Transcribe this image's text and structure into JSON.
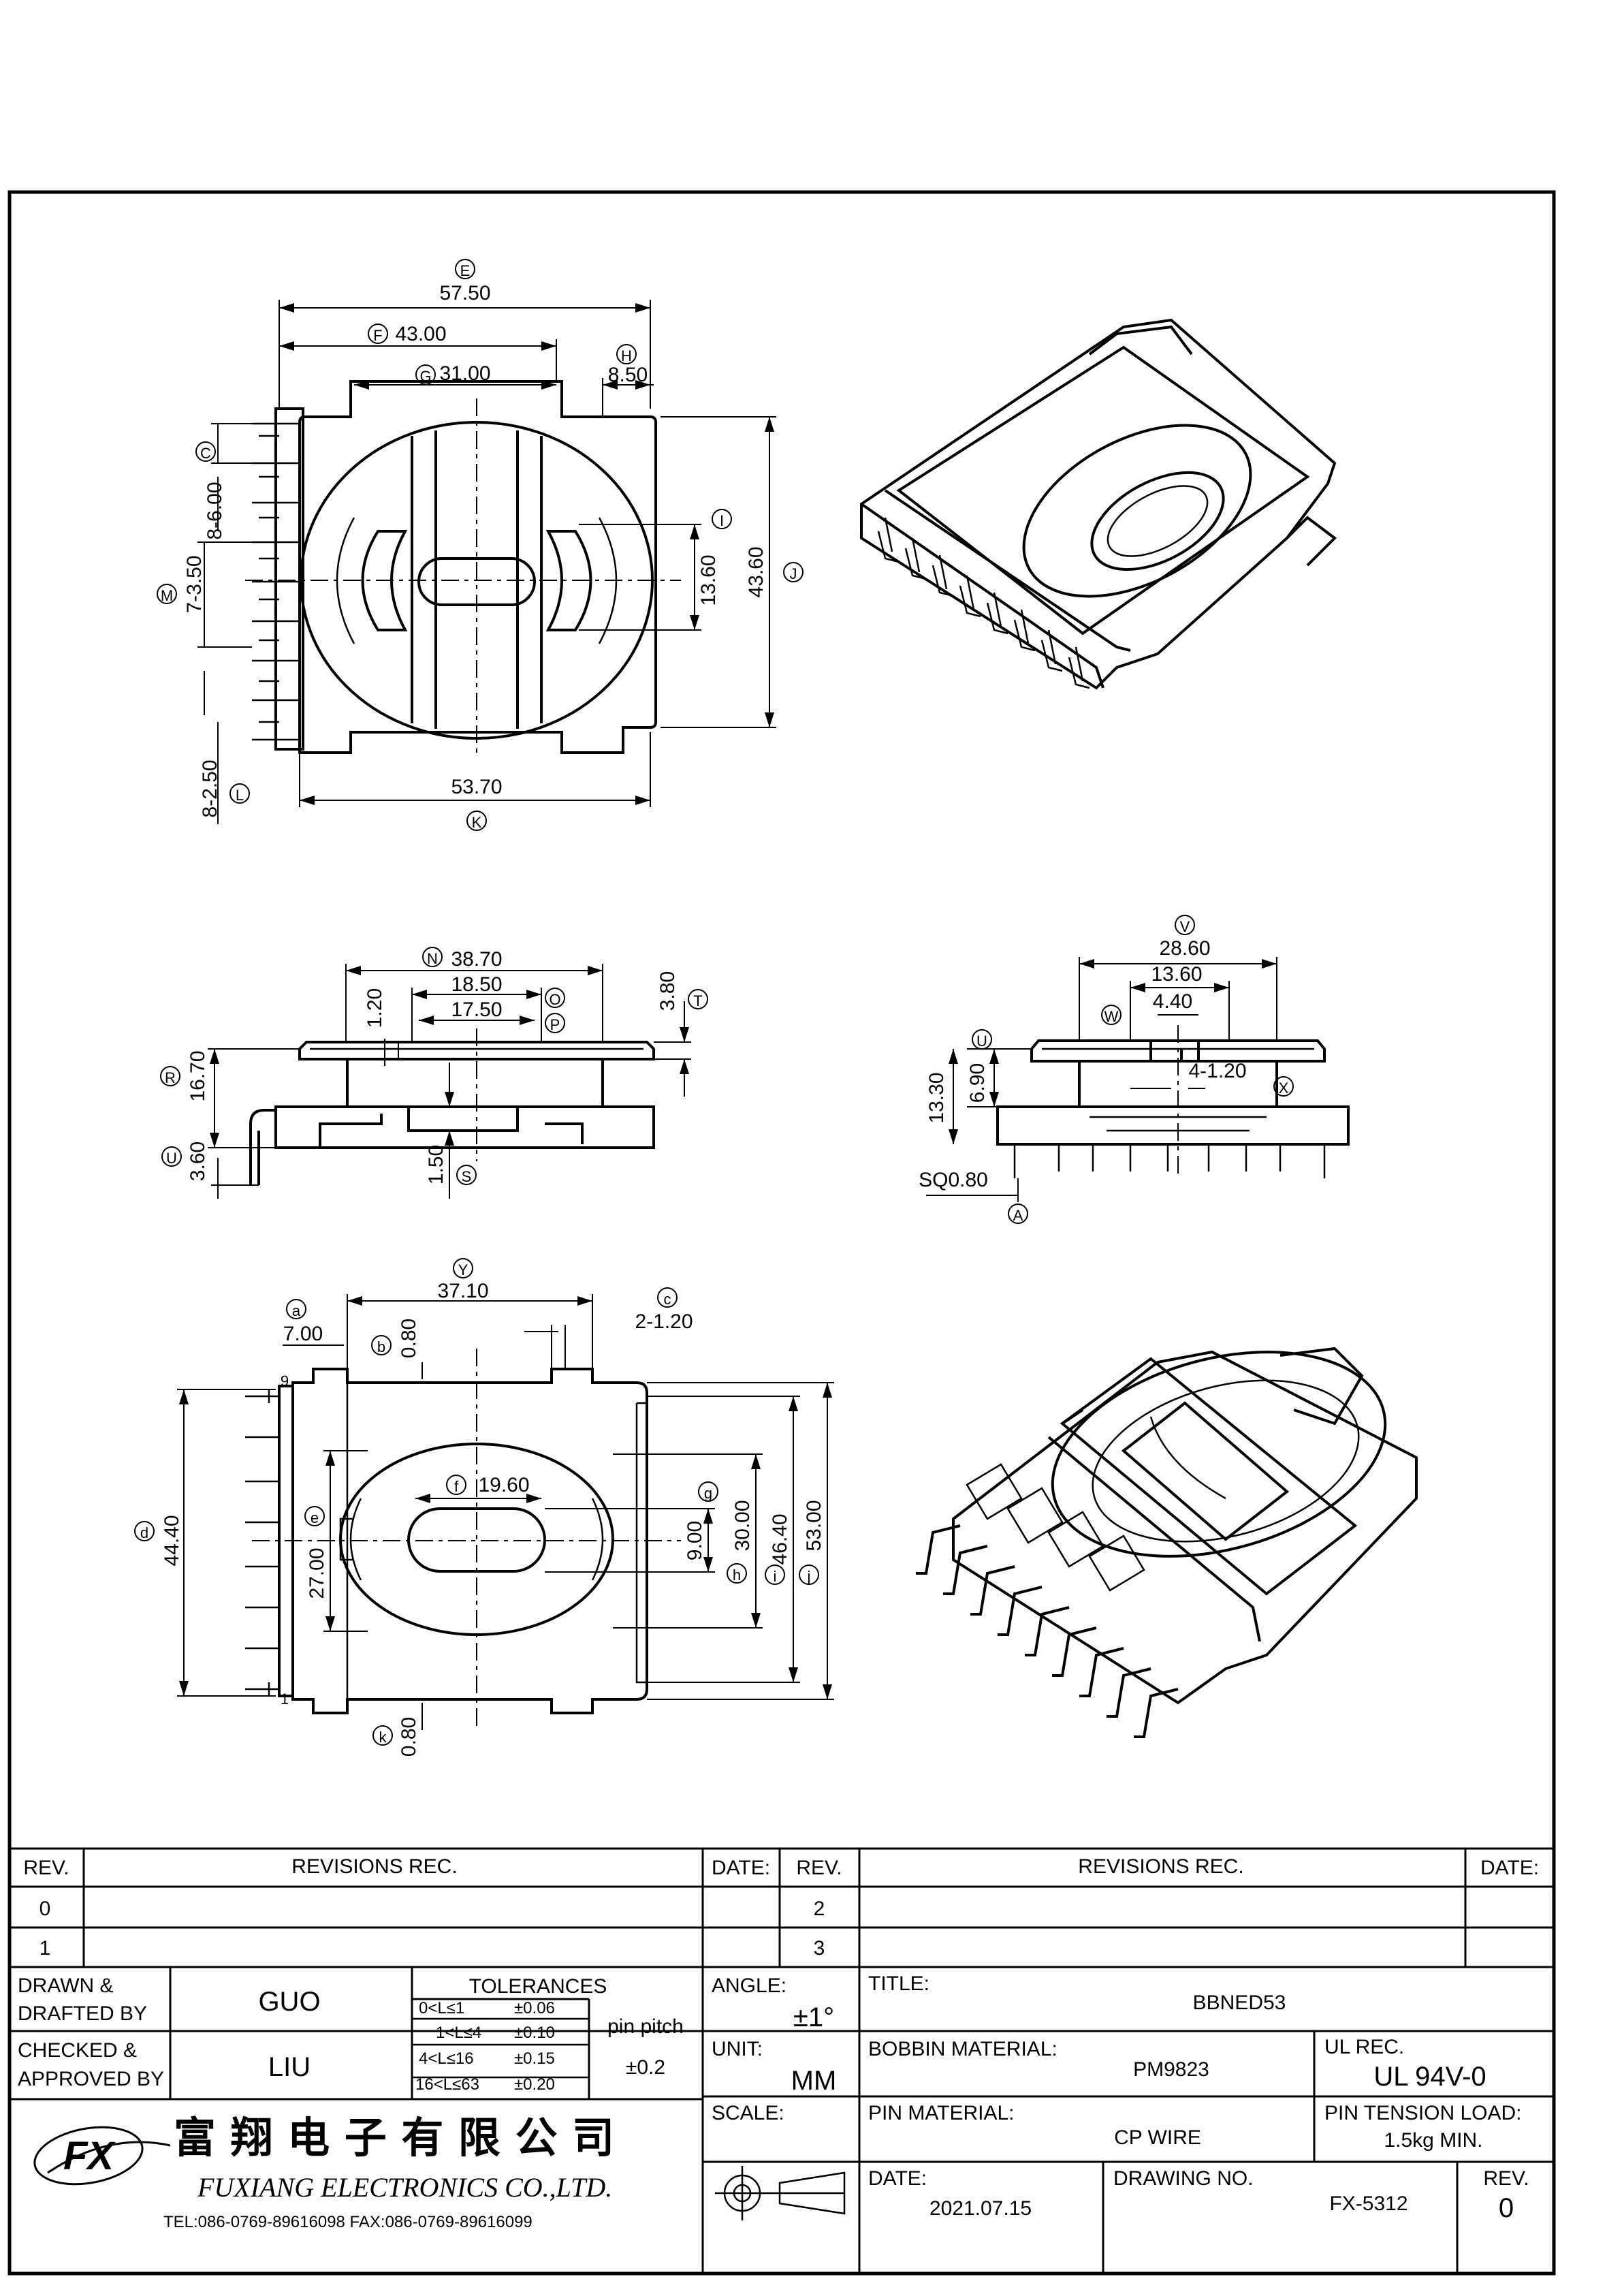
{
  "views": {
    "top": {
      "dims": {
        "E": "57.50",
        "F": "43.00",
        "G": "31.00",
        "H": "8.50",
        "I": "13.60",
        "J": "43.60",
        "K": "53.70",
        "C": "8-6.00",
        "M": "7-3.50",
        "L": "8-2.50"
      }
    },
    "front": {
      "dims": {
        "N": "38.70",
        "O": "18.50",
        "P": "17.50",
        "T": "3.80",
        "R": "16.70",
        "U": "3.60",
        "S": "1.50",
        "h1": "1.20"
      }
    },
    "side": {
      "dims": {
        "V": "28.60",
        "W1": "13.60",
        "W": "4.40",
        "X": "4-1.20",
        "U": "6.90",
        "h": "13.30",
        "sq": "SQ0.80"
      }
    },
    "bottom": {
      "dims": {
        "Y": "37.10",
        "a": "7.00",
        "b": "0.80",
        "c": "2-1.20",
        "d": "44.40",
        "e": "27.00",
        "f": "19.60",
        "g": "9.00",
        "h": "30.00",
        "i": "46.40",
        "j": "53.00",
        "k": "0.80"
      },
      "pin_labels": [
        "9",
        "1"
      ]
    }
  },
  "callout_letters": {
    "E": "E",
    "F": "F",
    "G": "G",
    "H": "H",
    "I": "I",
    "J": "J",
    "K": "K",
    "C": "C",
    "M": "M",
    "L": "L",
    "N": "N",
    "O": "O",
    "P": "P",
    "T": "T",
    "R": "R",
    "U": "U",
    "S": "S",
    "V": "V",
    "W": "W",
    "X": "X",
    "U2": "U",
    "A": "A",
    "Y": "Y",
    "a": "a",
    "b": "b",
    "c": "c",
    "d": "d",
    "e": "e",
    "f": "f",
    "g": "g",
    "h": "h",
    "i": "i",
    "j": "j",
    "k": "k"
  },
  "title_block": {
    "rev_header": "REV.",
    "revisions_header": "REVISIONS   REC.",
    "date_header": "DATE:",
    "rev_rows_left": [
      "0",
      "1"
    ],
    "rev_rows_right": [
      "2",
      "3"
    ],
    "drawn_label_1": "DRAWN  &",
    "drawn_label_2": "DRAFTED  BY",
    "drawn_by": "GUO",
    "checked_label_1": "CHECKED  &",
    "checked_label_2": "APPROVED  BY",
    "checked_by": "LIU",
    "tolerances_header": "TOLERANCES",
    "tolerances": [
      {
        "range": "0<L≤1",
        "tol": "±0.06"
      },
      {
        "range": "1<L≤4",
        "tol": "±0.10"
      },
      {
        "range": "4<L≤16",
        "tol": "±0.15"
      },
      {
        "range": "16<L≤63",
        "tol": "±0.20"
      }
    ],
    "pin_pitch_label": "pin  pitch",
    "pin_pitch_value": "±0.2",
    "angle_label": "ANGLE:",
    "angle_value": "±1°",
    "unit_label": "UNIT:",
    "unit_value": "MM",
    "scale_label": "SCALE:",
    "title_label": "TITLE:",
    "title_value": "BBNED53",
    "bobbin_material_label": "BOBBIN  MATERIAL:",
    "bobbin_material_value": "PM9823",
    "ul_rec_label": "UL  REC.",
    "ul_rec_value": "UL  94V-0",
    "pin_material_label": "PIN  MATERIAL:",
    "pin_material_value": "CP  WIRE",
    "pin_tension_label": "PIN  TENSION  LOAD:",
    "pin_tension_value": "1.5kg  MIN.",
    "date_label": "DATE:",
    "date_value": "2021.07.15",
    "drawing_no_label": "DRAWING  NO.",
    "drawing_no_value": "FX-5312",
    "rev_label": "REV.",
    "rev_value": "0"
  },
  "company": {
    "logo_text": "FX",
    "chinese_name": "富 翔 电 子 有 限 公 司",
    "english_name": "FUXIANG   ELECTRONICS  CO.,LTD.",
    "contact": "TEL:086-0769-89616098   FAX:086-0769-89616099"
  }
}
